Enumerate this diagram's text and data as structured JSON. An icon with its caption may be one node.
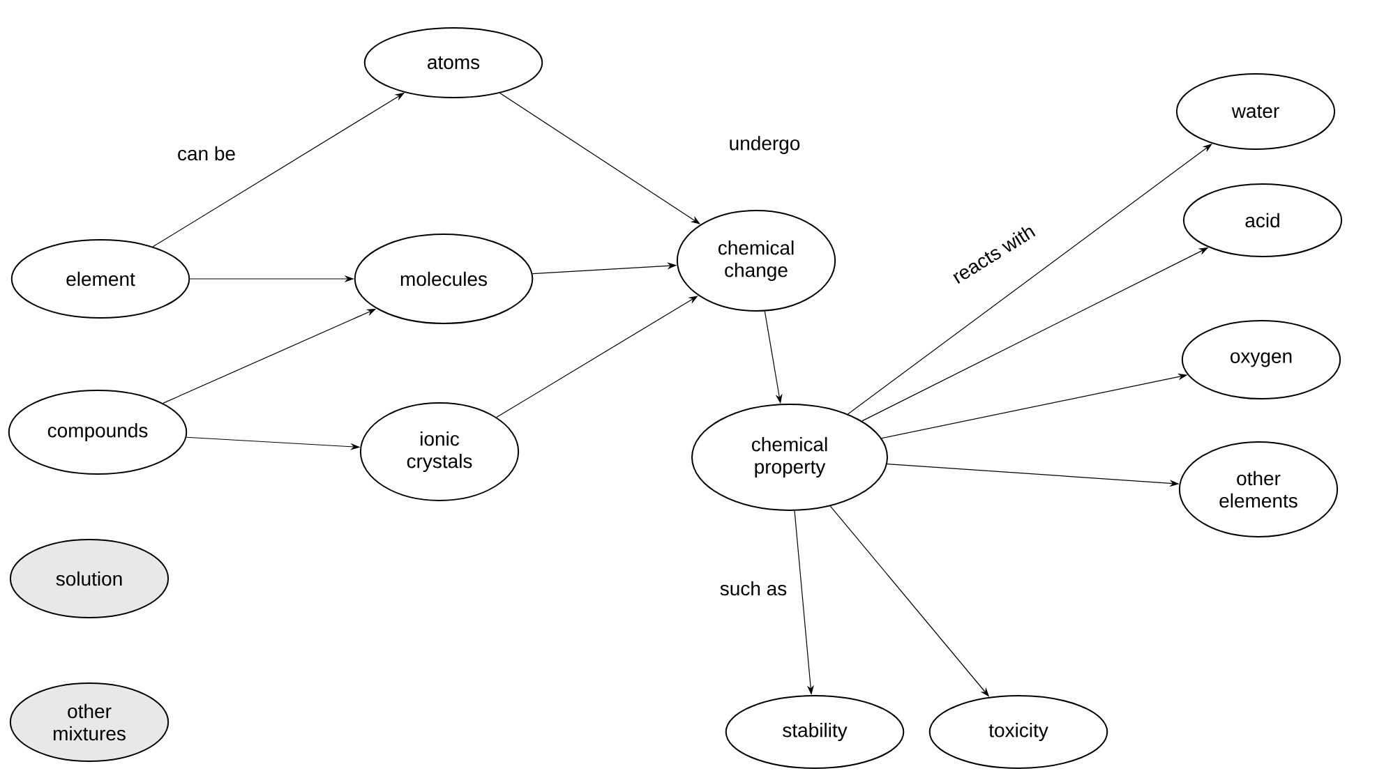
{
  "diagram": {
    "nodes": [
      {
        "text": [
          "atoms"
        ]
      },
      {
        "text": [
          "element"
        ]
      },
      {
        "text": [
          "molecules"
        ]
      },
      {
        "text": [
          "chemical change"
        ]
      },
      {
        "text": [
          "water"
        ]
      },
      {
        "text": [
          "acid"
        ]
      },
      {
        "text": [
          "compounds"
        ]
      },
      {
        "text": [
          "ionic crystals"
        ]
      },
      {
        "text": [
          "chemical property"
        ]
      },
      {
        "text": [
          "oxygen"
        ]
      },
      {
        "text": [
          "other elements"
        ]
      },
      {
        "text": [
          "solution"
        ]
      },
      {
        "text": [
          "other mixtures"
        ]
      },
      {
        "text": [
          "stability"
        ]
      },
      {
        "text": [
          "toxicity"
        ]
      }
    ],
    "edges": [
      {
        "from": 1,
        "to": 0,
        "arrow": "to",
        "label": "can be"
      },
      {
        "from": 1,
        "to": 2,
        "arrow": "to"
      },
      {
        "from": 6,
        "to": 2,
        "arrow": "to"
      },
      {
        "from": 6,
        "to": 7,
        "arrow": "to"
      },
      {
        "from": 0,
        "to": 3,
        "arrow": "to",
        "label": "undergo"
      },
      {
        "from": 2,
        "to": 3,
        "arrow": "to"
      },
      {
        "from": 7,
        "to": 3,
        "arrow": "to"
      },
      {
        "from": 3,
        "to": 8,
        "arrow": "to"
      },
      {
        "from": 8,
        "to": 4,
        "arrow": "to",
        "label": "reacts with"
      },
      {
        "from": 8,
        "to": 5,
        "arrow": "to"
      },
      {
        "from": 8,
        "to": 9,
        "arrow": "to"
      },
      {
        "from": 8,
        "to": 10,
        "arrow": "to"
      },
      {
        "from": 8,
        "to": 13,
        "arrow": "to",
        "label": "such as"
      },
      {
        "from": 8,
        "to": 14,
        "arrow": "to"
      }
    ]
  }
}
